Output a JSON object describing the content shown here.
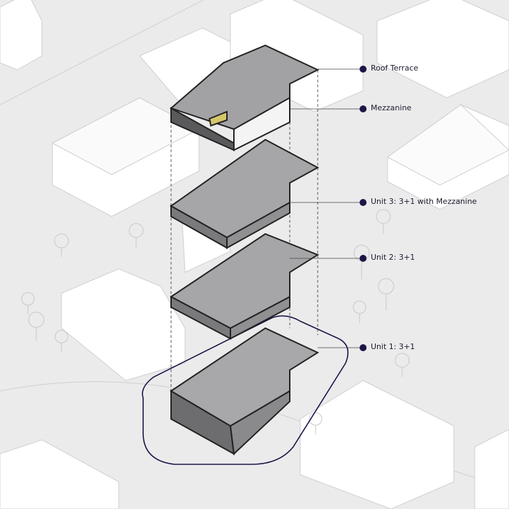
{
  "labels": [
    {
      "text": "Roof Terrace"
    },
    {
      "text": "Mezzanine"
    },
    {
      "text": "Unit 3:  3+1 with Mezzanine"
    },
    {
      "text": "Unit 2:  3+1"
    },
    {
      "text": "Unit 1:  3+1"
    }
  ],
  "colors": {
    "accent": "#1f1446",
    "background": "#ebebec",
    "massing": "#ffffff",
    "floor": "#8e8e90"
  }
}
